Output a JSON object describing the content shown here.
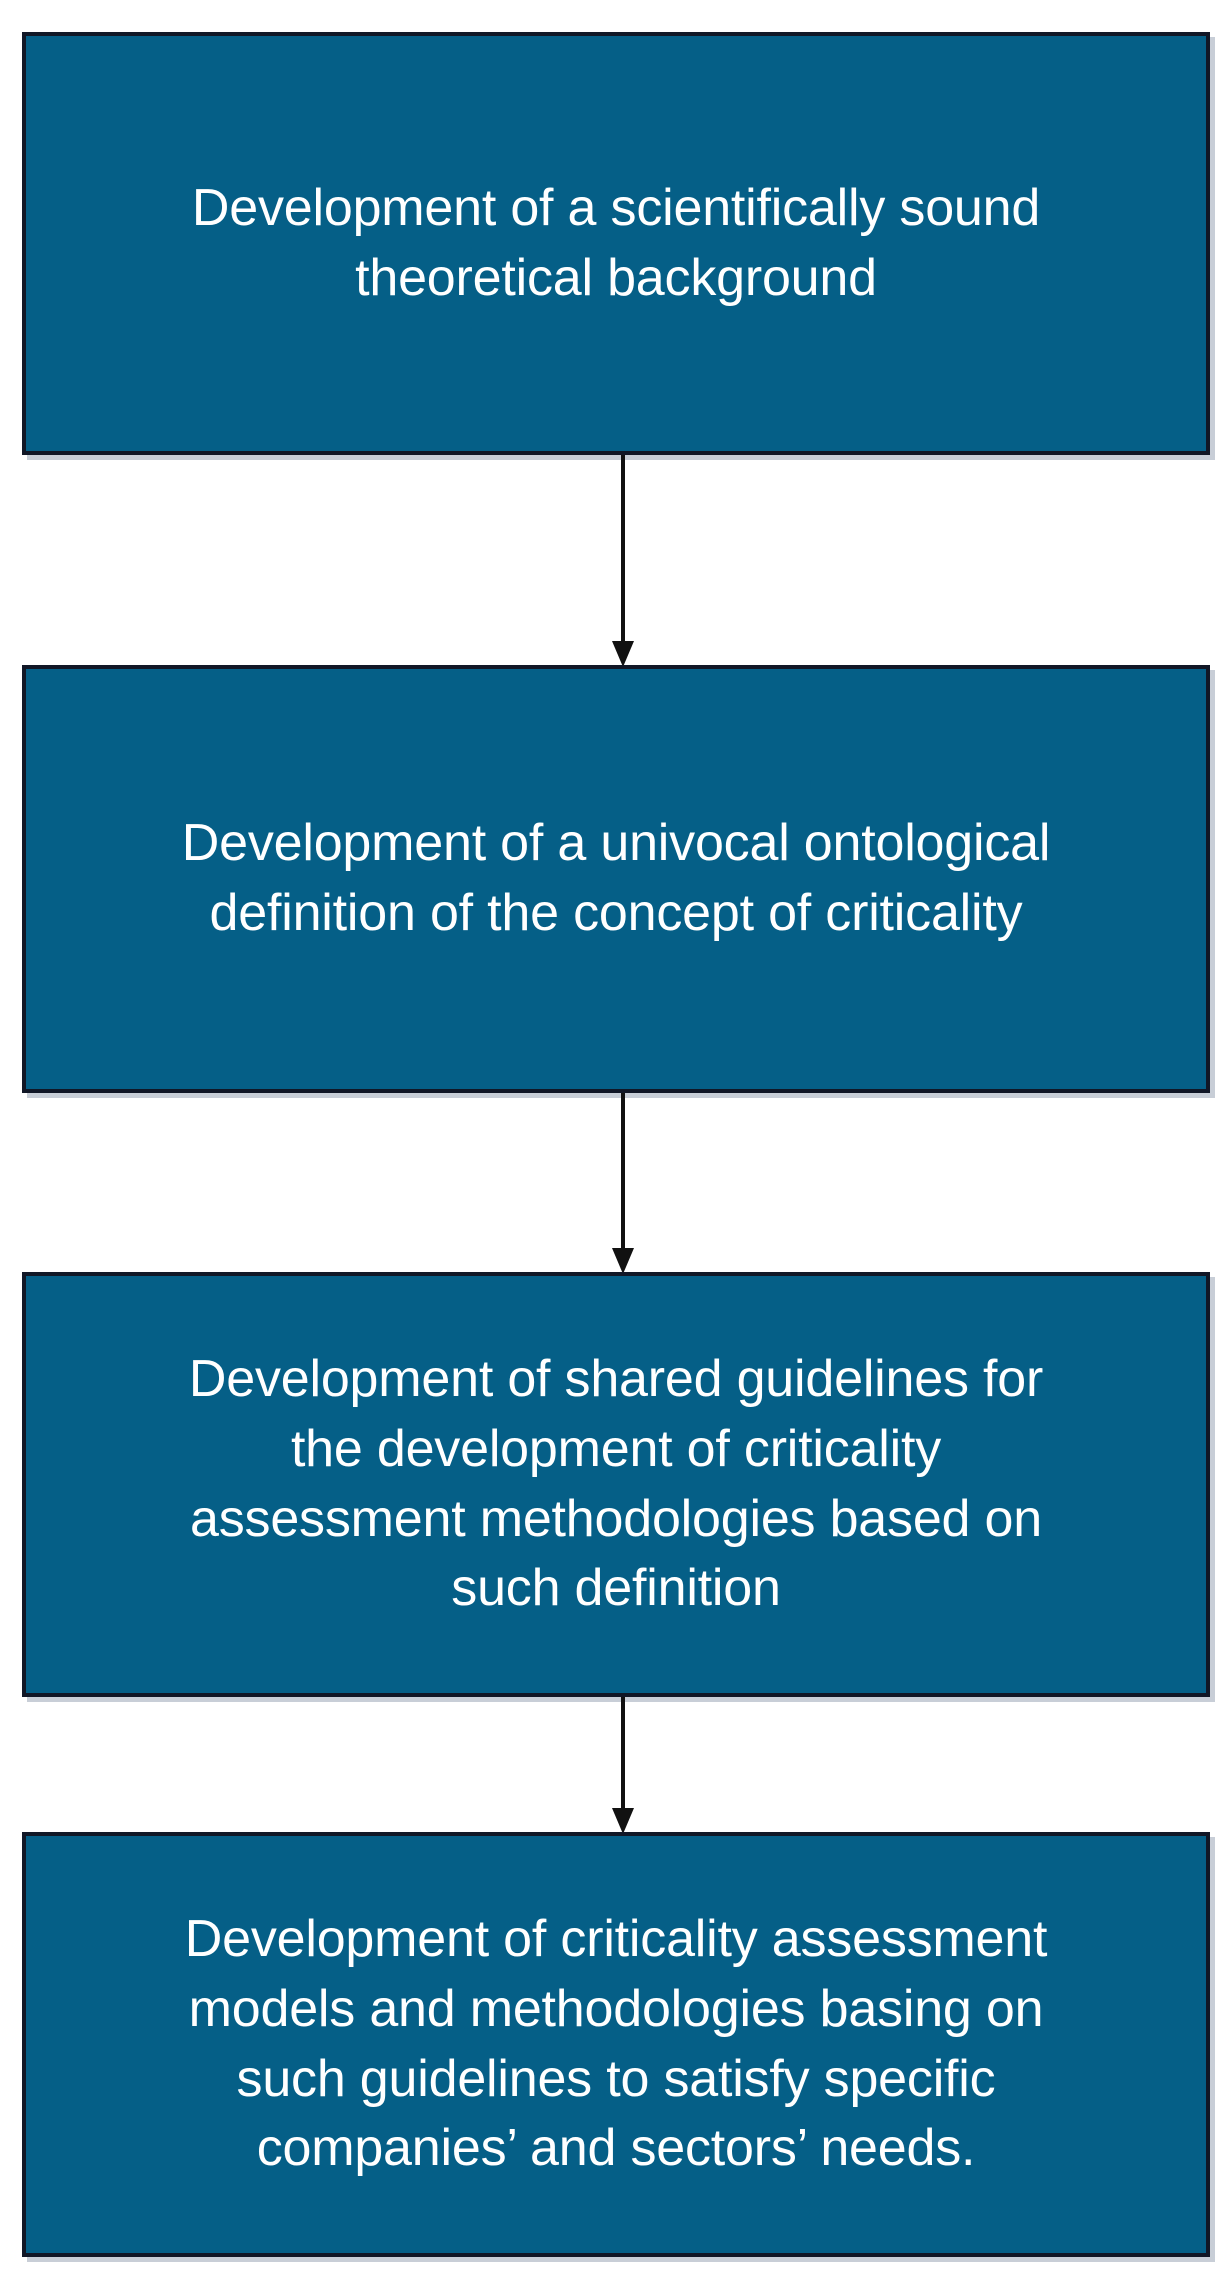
{
  "diagram": {
    "type": "vertical-flowchart",
    "orientation": "top-to-bottom",
    "background_color": "#FFFFFF",
    "node_fill_color": "#055F87",
    "node_border_color": "#111726",
    "node_text_color": "#FFFFFF",
    "connector_color": "#111111",
    "nodes": [
      {
        "id": "node-0",
        "text": "Development of a scientifically sound\ntheoretical background",
        "lines": [
          "Development of a scientifically sound",
          "theoretical background"
        ]
      },
      {
        "id": "node-1",
        "text": "Development of a univocal ontological\ndefinition of the concept of criticality",
        "lines": [
          "Development of a univocal ontological",
          "definition of the concept of criticality"
        ]
      },
      {
        "id": "node-2",
        "text": "Development of shared guidelines for\nthe development of criticality\nassessment methodologies based on\nsuch definition",
        "lines": [
          "Development of shared guidelines for",
          "the development of criticality",
          "assessment methodologies based on",
          "such definition"
        ]
      },
      {
        "id": "node-3",
        "text": "Development of criticality assessment\nmodels and methodologies basing on\nsuch guidelines to satisfy specific\ncompanies’ and sectors’ needs.",
        "lines": [
          "Development of criticality assessment",
          "models and methodologies basing on",
          "such guidelines to satisfy specific",
          "companies’ and sectors’ needs."
        ]
      }
    ],
    "connectors": [
      {
        "id": "conn-0",
        "from": "node-0",
        "to": "node-1",
        "style": "arrow-down"
      },
      {
        "id": "conn-1",
        "from": "node-1",
        "to": "node-2",
        "style": "arrow-down"
      },
      {
        "id": "conn-2",
        "from": "node-2",
        "to": "node-3",
        "style": "arrow-down"
      }
    ]
  }
}
